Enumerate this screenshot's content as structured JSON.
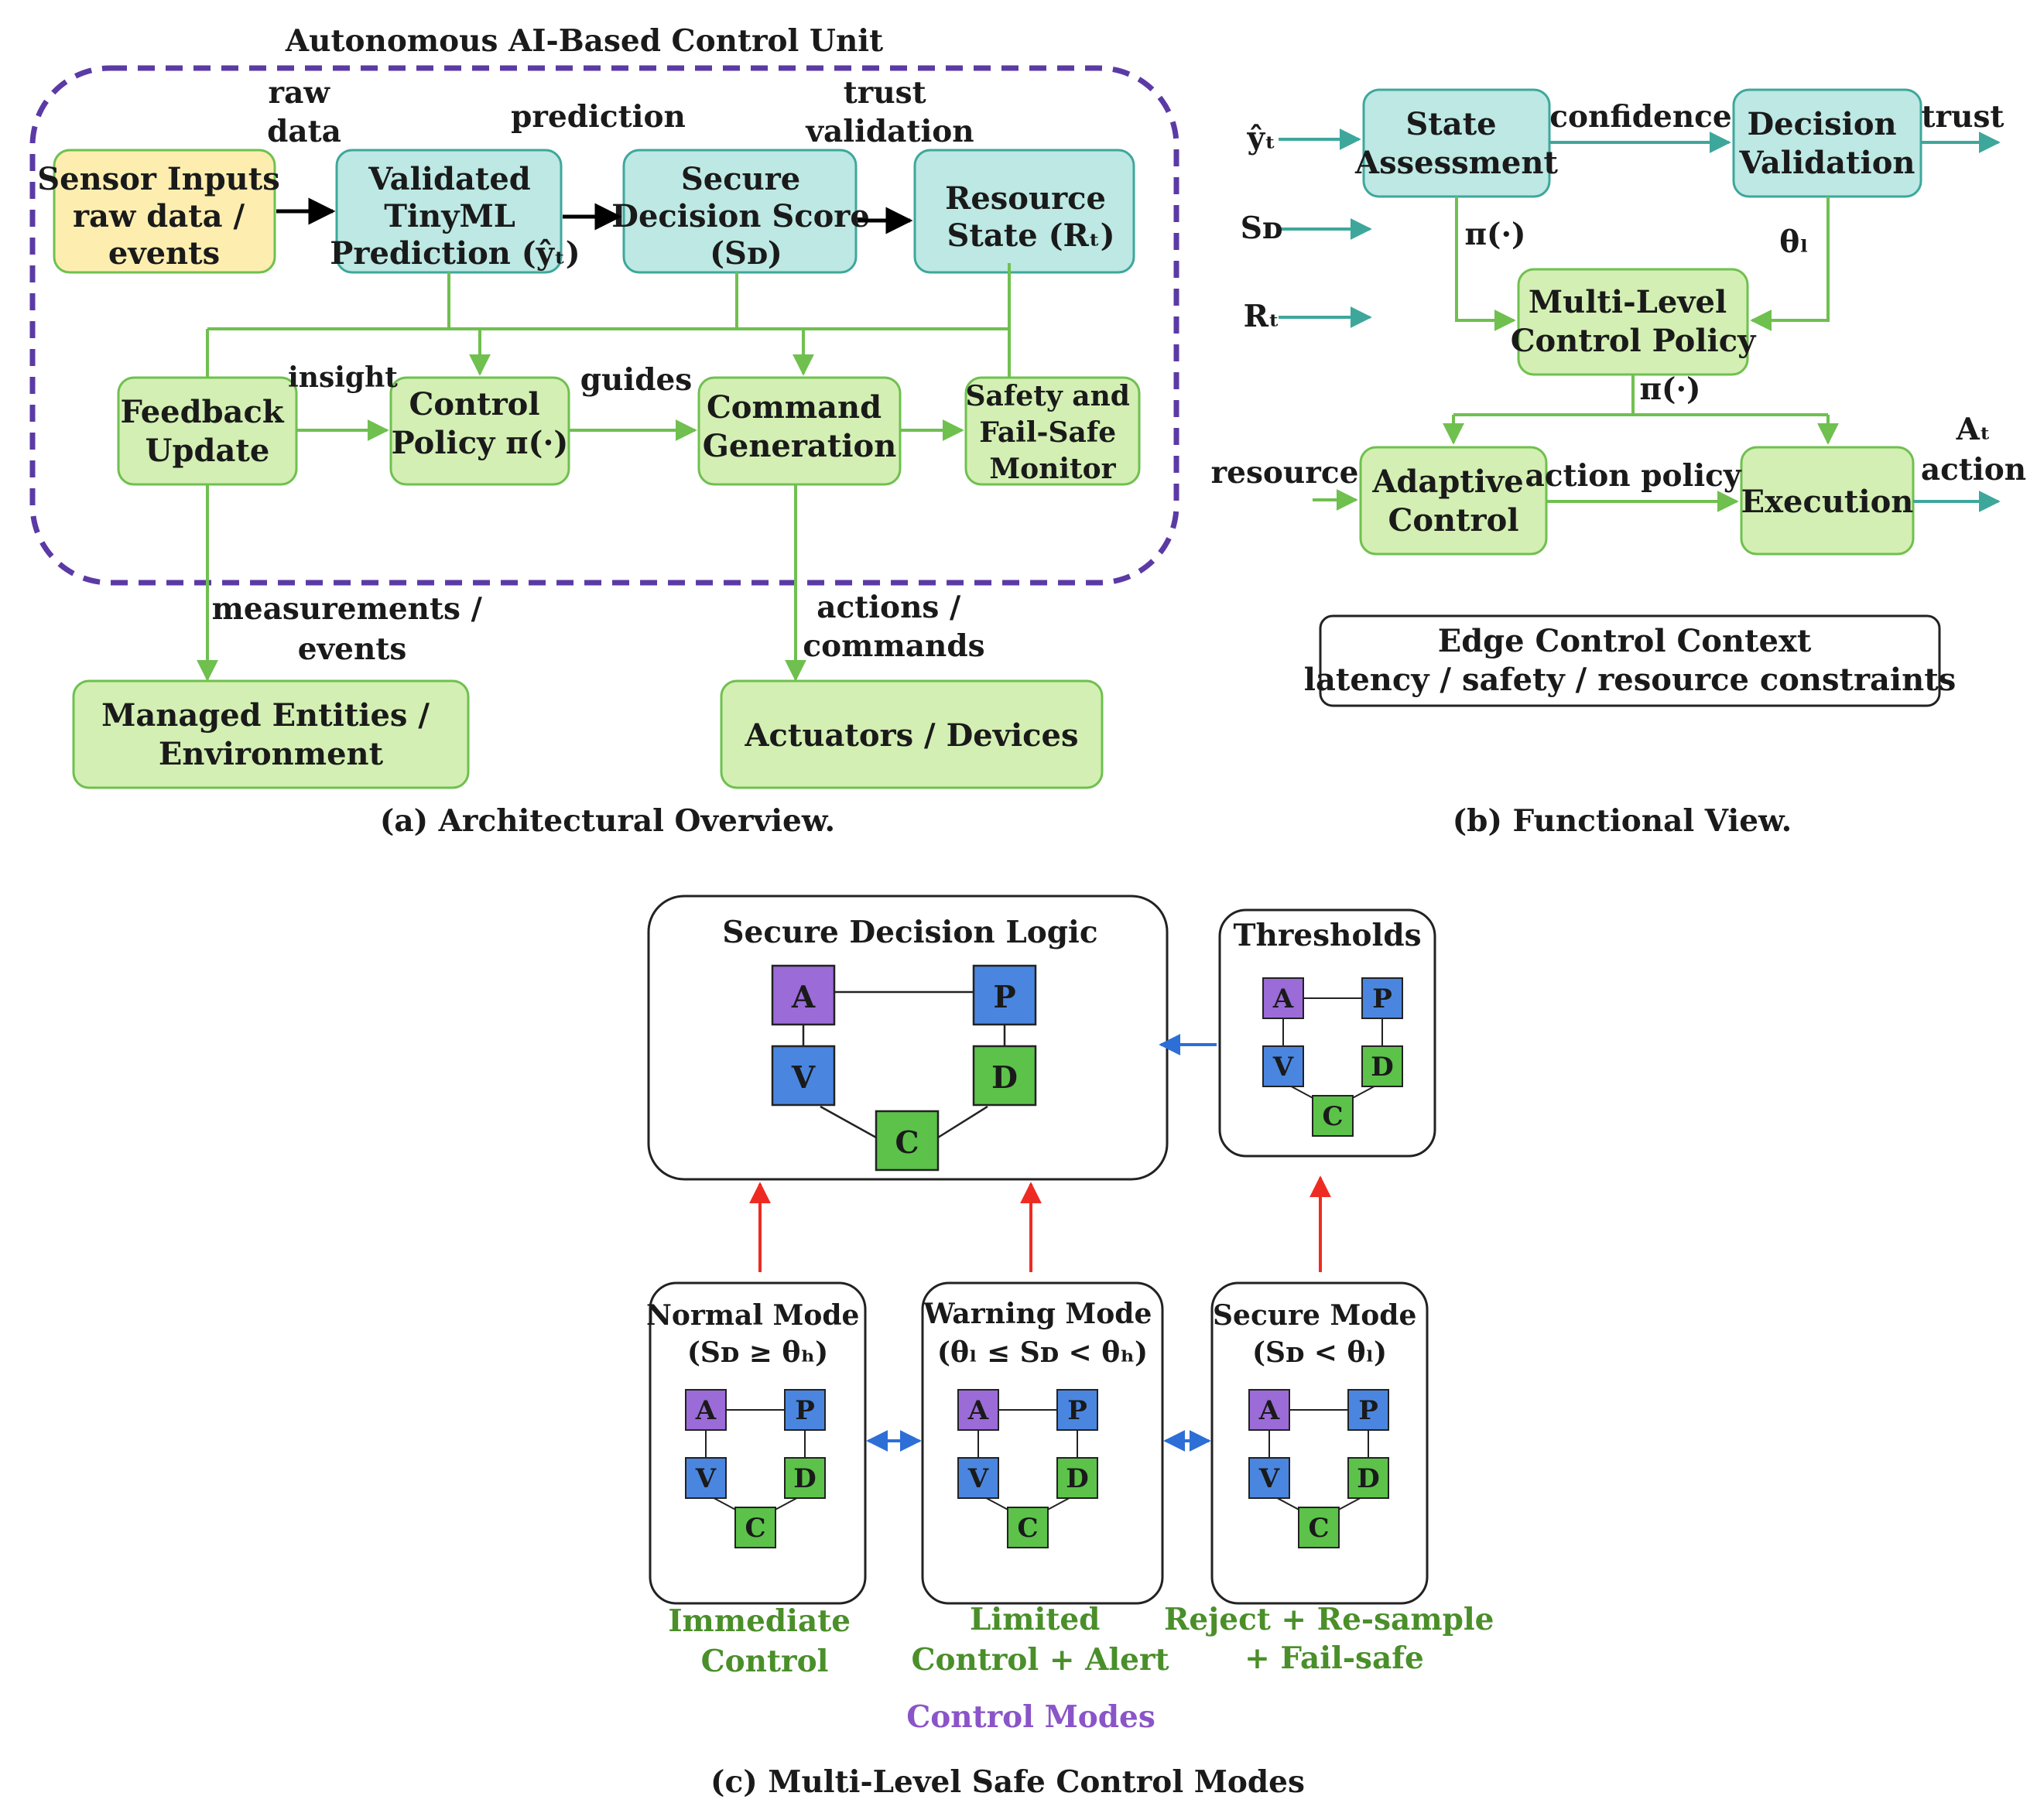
{
  "colors": {
    "yellow_fill": "#fdeeb0",
    "yellow_stroke": "#6fc04f",
    "teal_fill": "#bde8e3",
    "teal_stroke": "#3ea79c",
    "green_fill": "#d3efb3",
    "green_stroke": "#6fc04f",
    "green_line": "#6fc04f",
    "teal_line": "#3ea79c",
    "purple_dash": "#5b3aa5",
    "red_arrow": "#ee2b22",
    "blue_arrow": "#2d6fd6",
    "node_a": "#9b6bd8",
    "node_blue": "#4a86e0",
    "node_green": "#5cc24a",
    "mode_text": "#4a8f2a",
    "control_modes_text": "#8a55c8"
  },
  "panel_a": {
    "unit_title": "Autonomous AI-Based Control Unit",
    "caption": "(a)  Architectural Overview.",
    "sensor": [
      "Sensor Inputs",
      "raw data /",
      "events"
    ],
    "tinyml": [
      "Validated",
      "TinyML",
      "Prediction (ŷₜ)"
    ],
    "secure_score": [
      "Secure",
      "Decision Score",
      "(Sᴅ)"
    ],
    "resource": [
      "Resource",
      "State (Rₜ)"
    ],
    "feedback": [
      "Feedback",
      "Update"
    ],
    "control_policy": [
      "Control",
      "Policy π(·)"
    ],
    "command": [
      "Command",
      "Generation"
    ],
    "safety": [
      "Safety and",
      "Fail-Safe",
      "Monitor"
    ],
    "managed": [
      "Managed Entities /",
      "Environment"
    ],
    "actuators": "Actuators / Devices",
    "labels": {
      "raw_data": [
        "raw",
        "data"
      ],
      "prediction": "prediction",
      "trust_validation": [
        "trust",
        "validation"
      ],
      "insight": "insight",
      "guides": "guides",
      "measurements": [
        "measurements /",
        "events"
      ],
      "actions": [
        "actions /",
        "commands"
      ]
    }
  },
  "panel_b": {
    "caption": "(b)  Functional View.",
    "state_assessment": [
      "State",
      "Assessment"
    ],
    "decision_validation": [
      "Decision",
      "Validation"
    ],
    "multi_level": [
      "Multi-Level",
      "Control Policy"
    ],
    "adaptive": [
      "Adaptive",
      "Control"
    ],
    "execution": "Execution",
    "context": [
      "Edge Control Context",
      "latency / safety / resource constraints"
    ],
    "inputs": {
      "y_hat": "ŷₜ",
      "sd": "Sᴅ",
      "rt": "Rₜ"
    },
    "labels": {
      "confidence": "confidence",
      "trust": "trust",
      "pi_left": "π(·)",
      "theta_l": "θₗ",
      "pi_mid": "π(·)",
      "resource": "resource",
      "action_policy": "action policy",
      "at": "Aₜ",
      "action": "action"
    }
  },
  "panel_c": {
    "caption": "(c)  Multi-Level Safe Control Modes",
    "secure_logic_title": "Secure Decision Logic",
    "thresholds_title": "Thresholds",
    "nodes": {
      "a": "A",
      "p": "P",
      "v": "V",
      "d": "D",
      "c": "C"
    },
    "modes": [
      {
        "title": "Normal Mode",
        "cond": "(Sᴅ ≥ θₕ)",
        "outcome": [
          "Immediate",
          "Control"
        ]
      },
      {
        "title": "Warning Mode",
        "cond": "(θₗ ≤ Sᴅ < θₕ)",
        "outcome": [
          "Limited",
          "Control + Alert"
        ]
      },
      {
        "title": "Secure Mode",
        "cond": "(Sᴅ < θₗ)",
        "outcome": [
          "Reject + Re-sample",
          "+ Fail-safe"
        ]
      }
    ],
    "control_modes": "Control Modes"
  }
}
